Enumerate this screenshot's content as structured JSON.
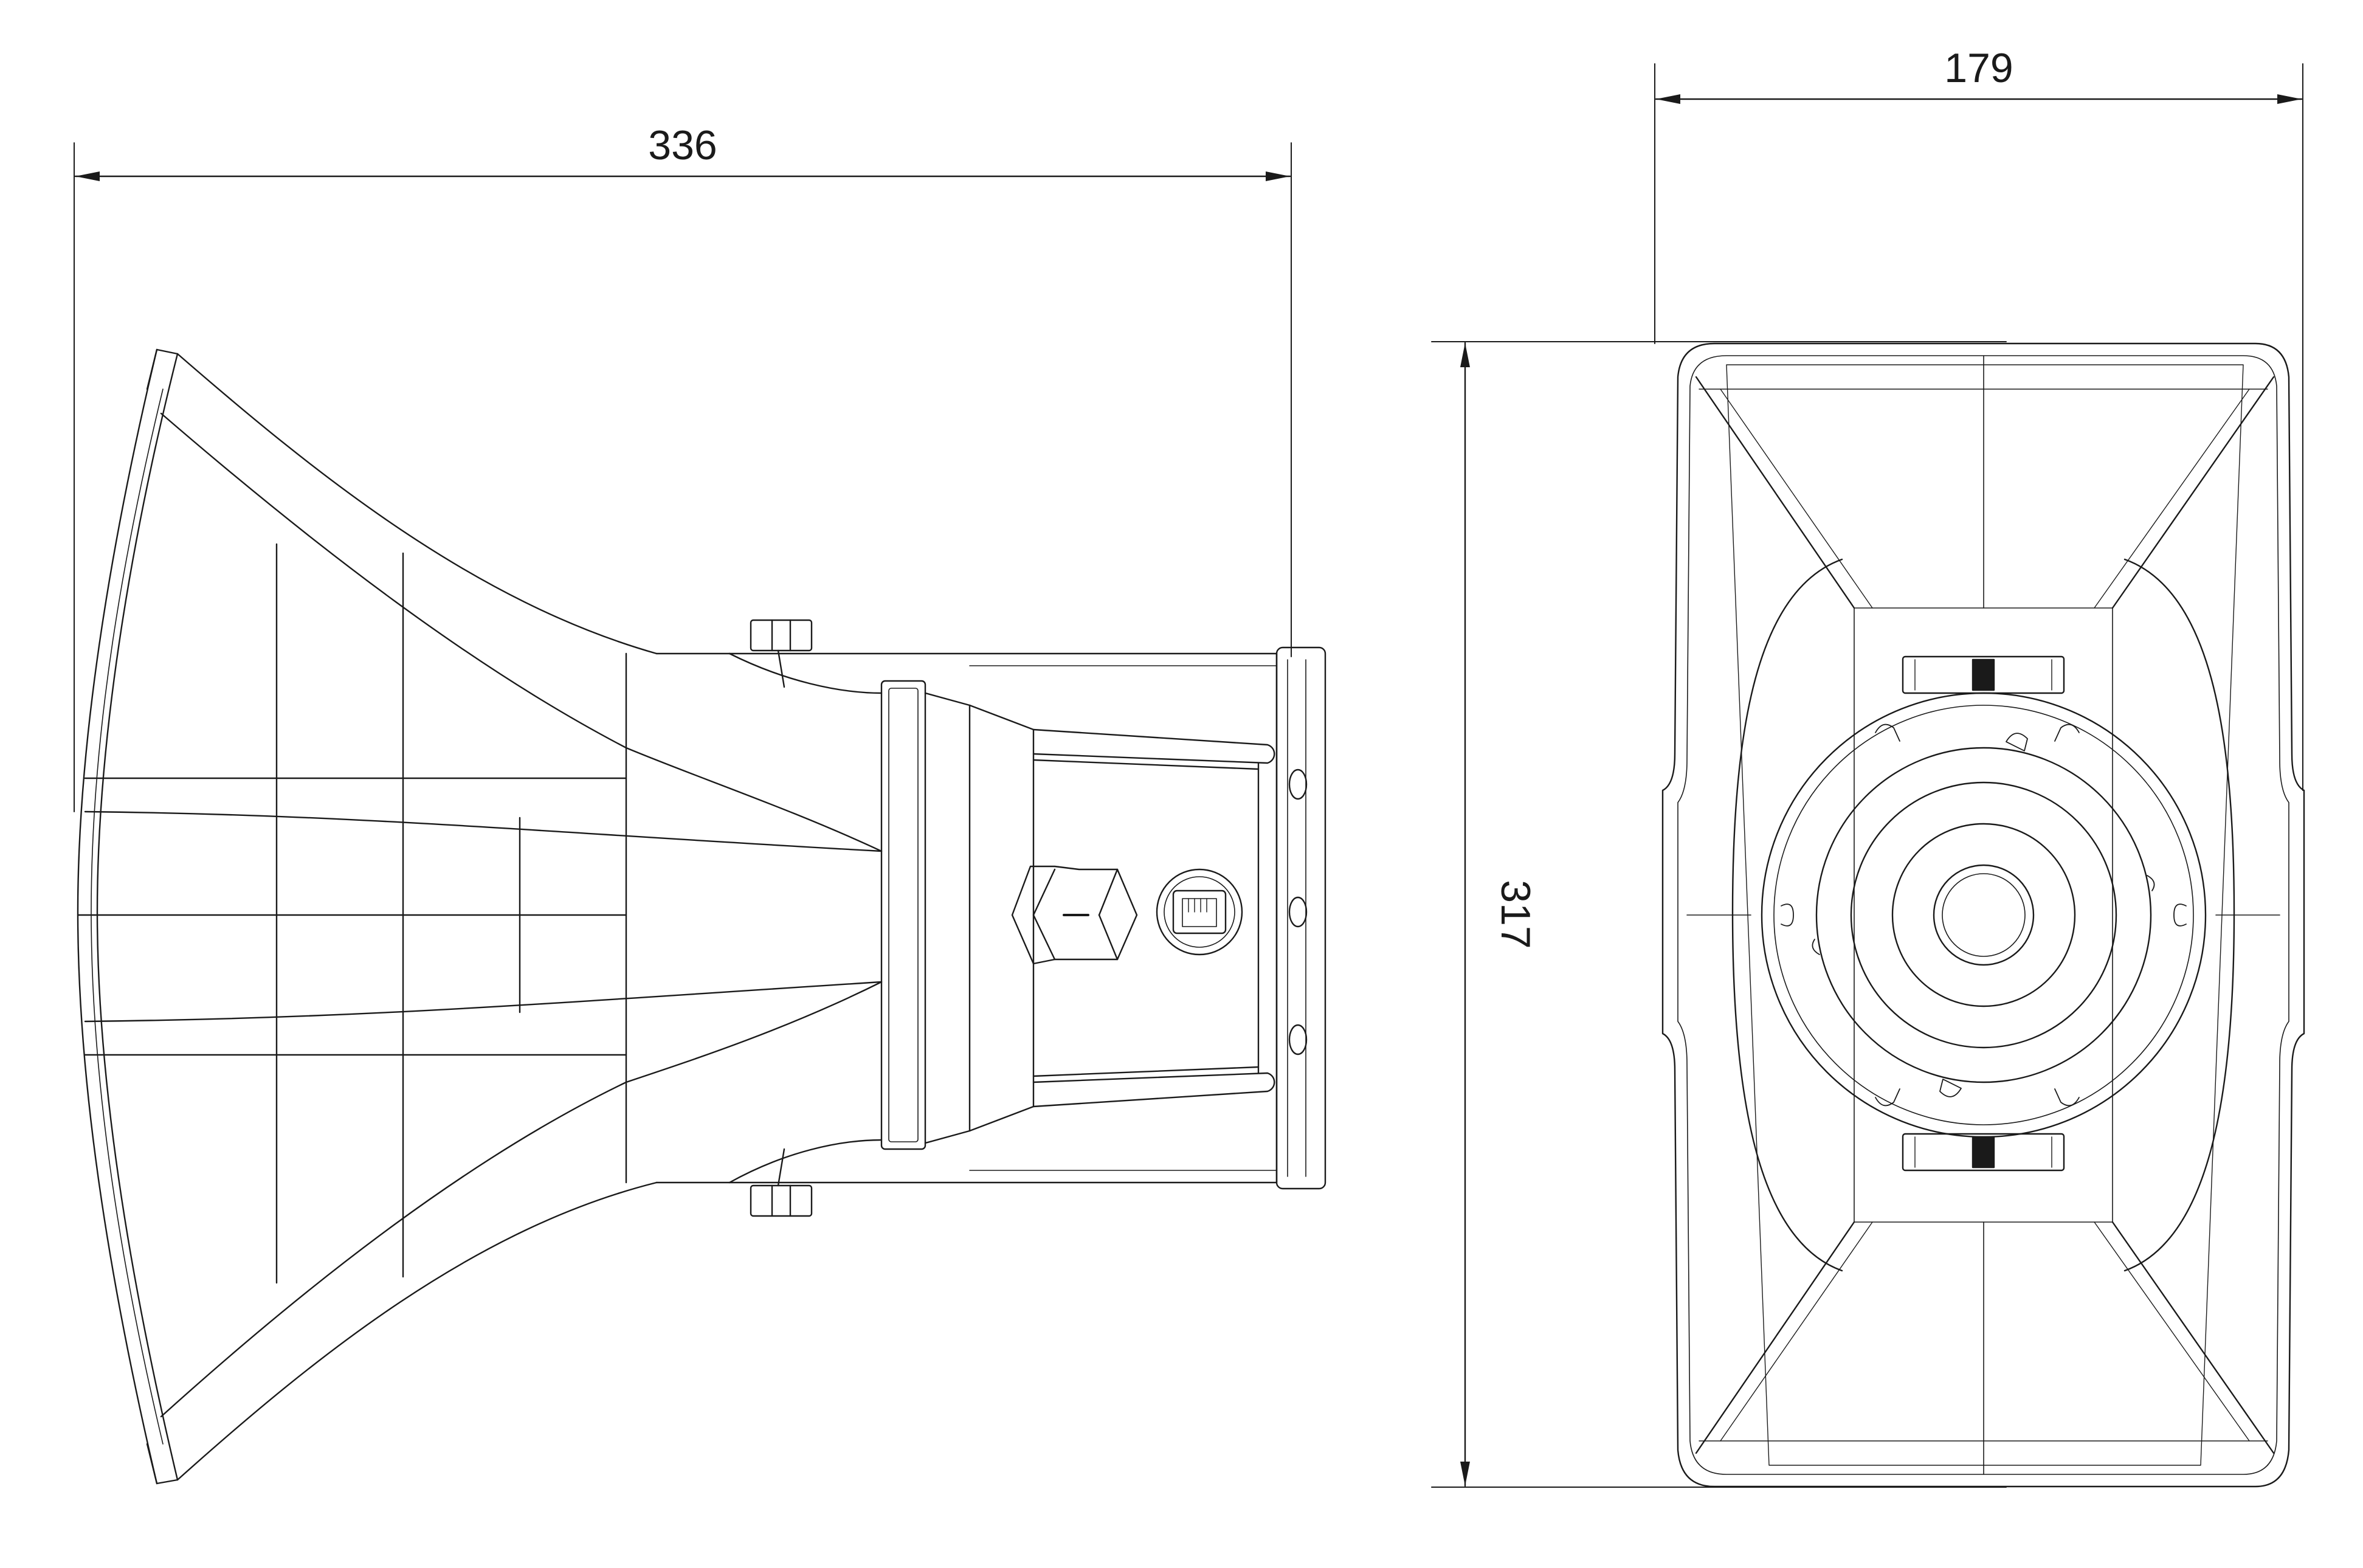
{
  "drawing": {
    "dimensions": {
      "side_view_length": "336",
      "front_view_width": "179",
      "front_view_height": "317"
    }
  }
}
